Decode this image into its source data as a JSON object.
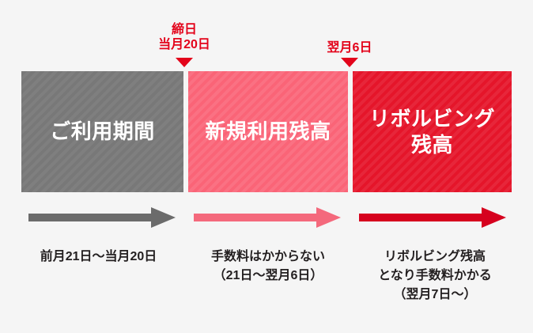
{
  "colors": {
    "background": "#f5f5f5",
    "accent_red": "#e3041b",
    "block_gray": "#787878",
    "block_pink": "#fa6477",
    "block_red": "#e5152a",
    "arrow_gray": "#6b6b6b",
    "arrow_pink": "#f4697c",
    "arrow_red": "#d6011e",
    "text_dark": "#231f20"
  },
  "markers": [
    {
      "name": "closing-date",
      "lines": [
        "締日",
        "当月20日"
      ],
      "line1": "締日",
      "line2": "当月20日",
      "pointer": "down-triangle"
    },
    {
      "name": "next-month-6th",
      "lines": [
        "翌月6日"
      ],
      "line1": "翌月6日",
      "pointer": "down-triangle"
    }
  ],
  "blocks": [
    {
      "name": "usage-period",
      "line1": "ご利用期間",
      "color": "#787878"
    },
    {
      "name": "new-usage-balance",
      "line1": "新規利用残高",
      "color": "#fa6477"
    },
    {
      "name": "revolving-balance",
      "line1": "リボルビング",
      "line2": "残高",
      "color": "#e5152a"
    }
  ],
  "arrows": [
    {
      "name": "usage-period-arrow",
      "color": "#6b6b6b",
      "direction": "right"
    },
    {
      "name": "new-usage-arrow",
      "color": "#f4697c",
      "direction": "right"
    },
    {
      "name": "revolving-arrow",
      "color": "#d6011e",
      "direction": "right"
    }
  ],
  "captions": [
    {
      "name": "usage-period-caption",
      "line1": "前月21日〜当月20日"
    },
    {
      "name": "new-usage-caption",
      "line1": "手数料はかからない",
      "line2": "（21日〜翌月6日）"
    },
    {
      "name": "revolving-caption",
      "line1": "リボルビング残高",
      "line2": "となり手数料かかる",
      "line3": "（翌月7日〜）"
    }
  ]
}
